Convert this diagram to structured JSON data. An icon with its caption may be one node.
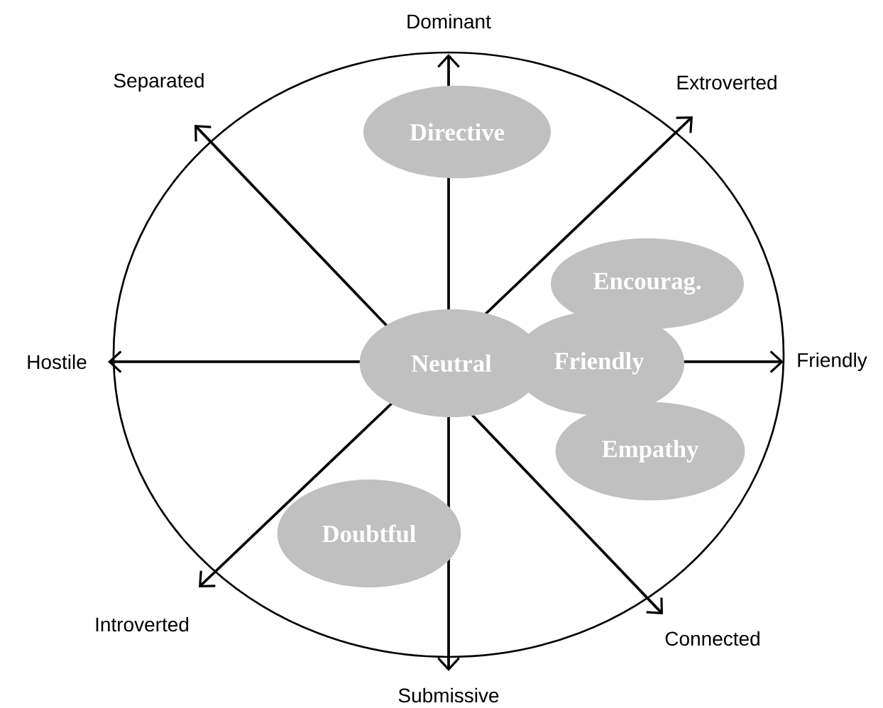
{
  "diagram": {
    "nodes": [
      {
        "text": [
          "Directive"
        ]
      },
      {
        "text": [
          "Encourag."
        ]
      },
      {
        "text": [
          "Empathy"
        ]
      },
      {
        "text": [
          "Neutral"
        ]
      },
      {
        "text": [
          "Friendly"
        ]
      },
      {
        "text": [
          "Doubtful"
        ]
      }
    ],
    "labels": [
      "Dominant",
      "Separated",
      "Extroverted",
      "Hostile",
      "Friendly",
      "Introverted",
      "Connected",
      "Submissive"
    ]
  }
}
